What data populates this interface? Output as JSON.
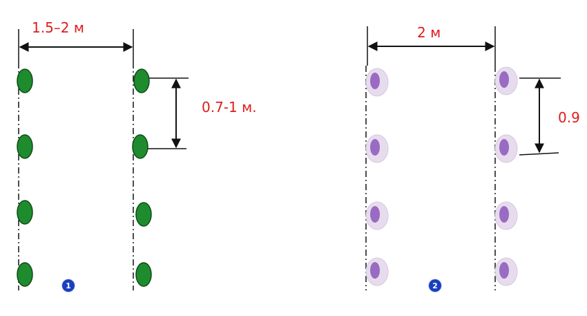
{
  "scheme1": {
    "row_spacing_label": "1.5–2 м",
    "plant_spacing_label": "0.7-1 м.",
    "badge": "1",
    "plant_color": "#1e8c2e",
    "plant_outline": "#0c4a14"
  },
  "scheme2": {
    "row_spacing_label": "2 м",
    "plant_spacing_label": "0.9",
    "badge": "2",
    "plant_color": "#9a6bc2",
    "plant_halo": "#e6dced"
  },
  "colors": {
    "label": "#e01b1b",
    "line": "#111111",
    "badge": "#1a3fbf"
  }
}
